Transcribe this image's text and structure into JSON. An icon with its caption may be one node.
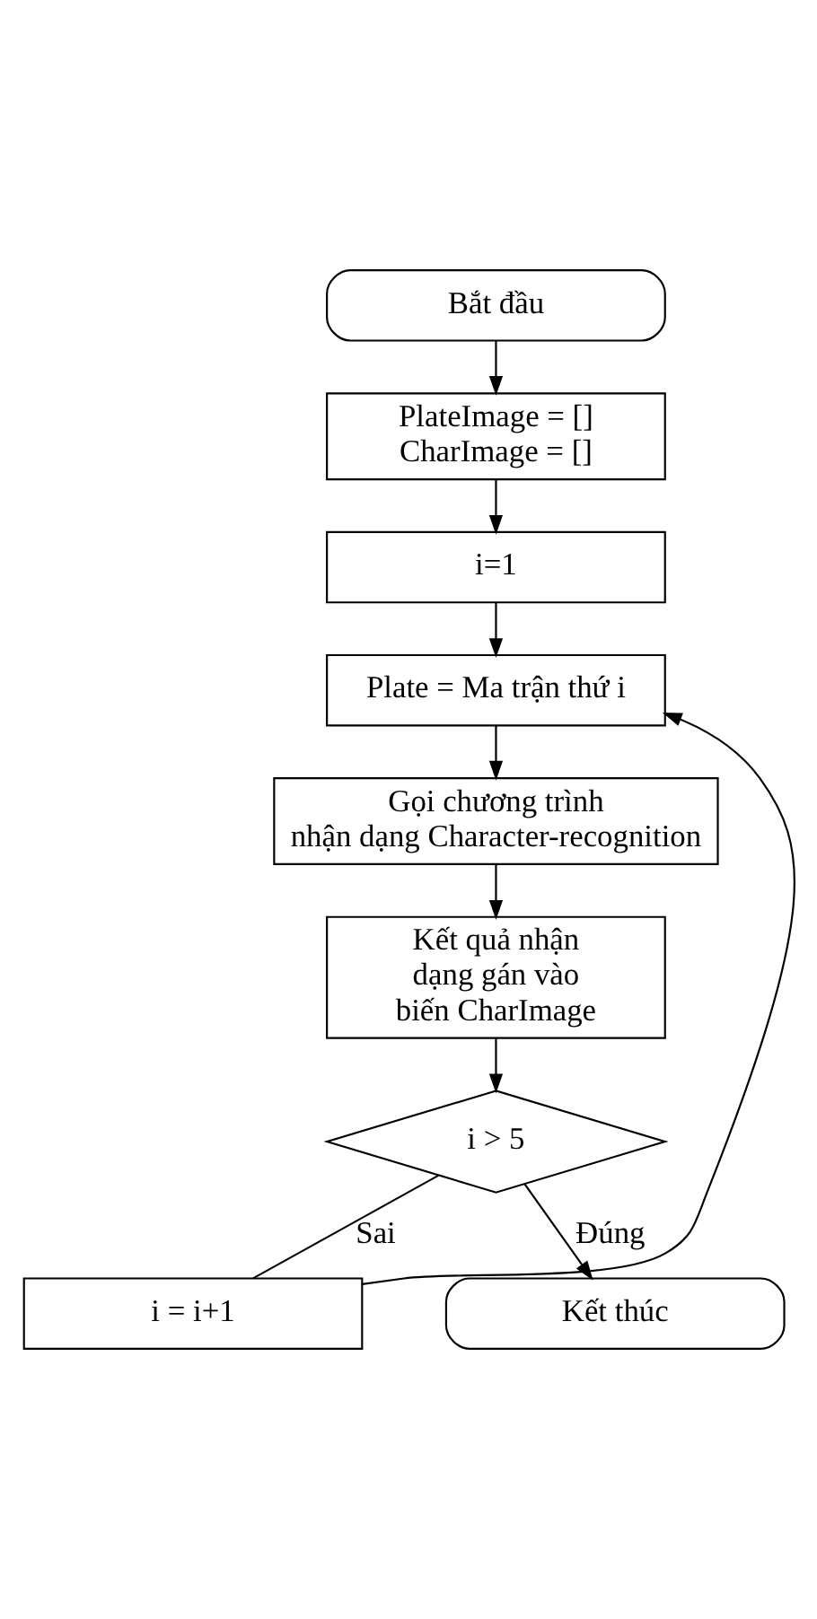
{
  "diagram": {
    "nodes": [
      {
        "text": [
          "Bắt đầu"
        ]
      },
      {
        "text": [
          "PlateImage = [] CharImage = []"
        ]
      },
      {
        "text": [
          "i=1"
        ]
      },
      {
        "text": [
          "Plate = Ma trận thứ i"
        ]
      },
      {
        "text": [
          "Gọi chương trình nhận dạng Character-recognition"
        ]
      },
      {
        "text": [
          "Kết quả nhận dạng gán vào biến CharImage"
        ]
      },
      {
        "text": [
          "i > 5"
        ]
      },
      {
        "text": [
          "i = i+1"
        ]
      },
      {
        "text": [
          "Kết thúc"
        ]
      }
    ],
    "edges": [
      {
        "from": 0,
        "to": 1,
        "arrow": "to"
      },
      {
        "from": 1,
        "to": 2,
        "arrow": "to"
      },
      {
        "from": 2,
        "to": 3,
        "arrow": "to"
      },
      {
        "from": 3,
        "to": 4,
        "arrow": "to"
      },
      {
        "from": 4,
        "to": 5,
        "arrow": "to"
      },
      {
        "from": 5,
        "to": 6,
        "arrow": "to"
      },
      {
        "from": 6,
        "to": 7,
        "arrow": "none",
        "label": "Sai"
      },
      {
        "from": 7,
        "to": 3,
        "arrow": "to"
      },
      {
        "from": 6,
        "to": 8,
        "arrow": "to",
        "label": "Đúng"
      }
    ]
  }
}
